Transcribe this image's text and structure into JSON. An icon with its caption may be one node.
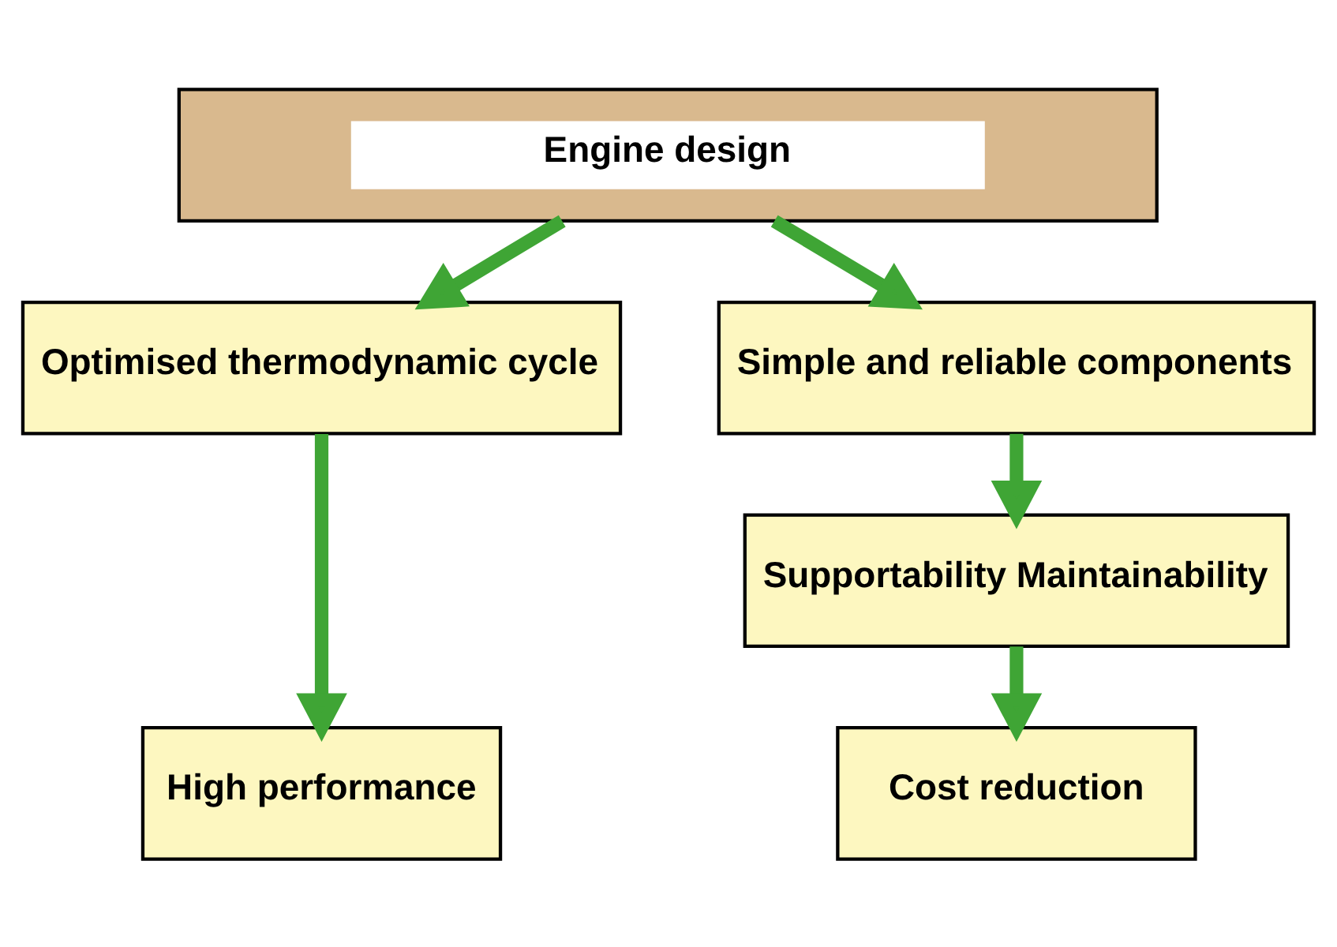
{
  "diagram": {
    "nodes": [
      {
        "text": [
          "Engine design"
        ]
      },
      {
        "text": [
          "Optimised thermodynamic cycle"
        ]
      },
      {
        "text": [
          "Simple and reliable components"
        ]
      },
      {
        "text": [
          "High performance"
        ]
      },
      {
        "text": [
          "Supportability Maintainability"
        ]
      },
      {
        "text": [
          "Cost reduction"
        ]
      }
    ],
    "edges": [
      {
        "from": 0,
        "to": 1,
        "arrow": "to"
      },
      {
        "from": 0,
        "to": 2,
        "arrow": "to"
      },
      {
        "from": 1,
        "to": 3,
        "arrow": "to"
      },
      {
        "from": 2,
        "to": 4,
        "arrow": "to"
      },
      {
        "from": 4,
        "to": 5,
        "arrow": "to"
      }
    ]
  }
}
